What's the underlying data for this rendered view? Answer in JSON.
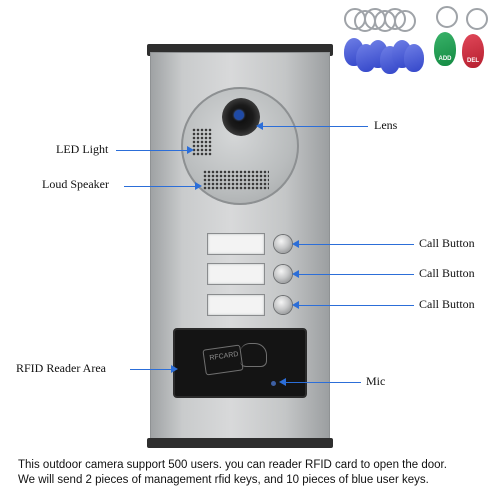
{
  "labels": {
    "lens": "Lens",
    "led_light": "LED Light",
    "loud_speaker": "Loud Speaker",
    "call_button_1": "Call Button",
    "call_button_2": "Call Button",
    "call_button_3": "Call Button",
    "rfid_reader_area": "RFID Reader Area",
    "mic": "Mic"
  },
  "rfid_card_text": "RFCARD",
  "fobs": {
    "add_text": "ADD",
    "del_text": "DEL"
  },
  "caption": {
    "line1": "This outdoor camera support 500 users. you can reader RFID card to open the door.",
    "line2": "We will send 2 pieces of management rfid keys, and 10 pieces of blue user keys."
  },
  "colors": {
    "leader_line": "#2c6ed8",
    "panel": "#c9cbcc",
    "user_key": "#3346c9",
    "add_key": "#138a42",
    "del_key": "#b51e2e"
  },
  "icons": {
    "lens": "camera-lens-icon",
    "card": "rfid-card-icon",
    "hand": "hand-icon"
  }
}
